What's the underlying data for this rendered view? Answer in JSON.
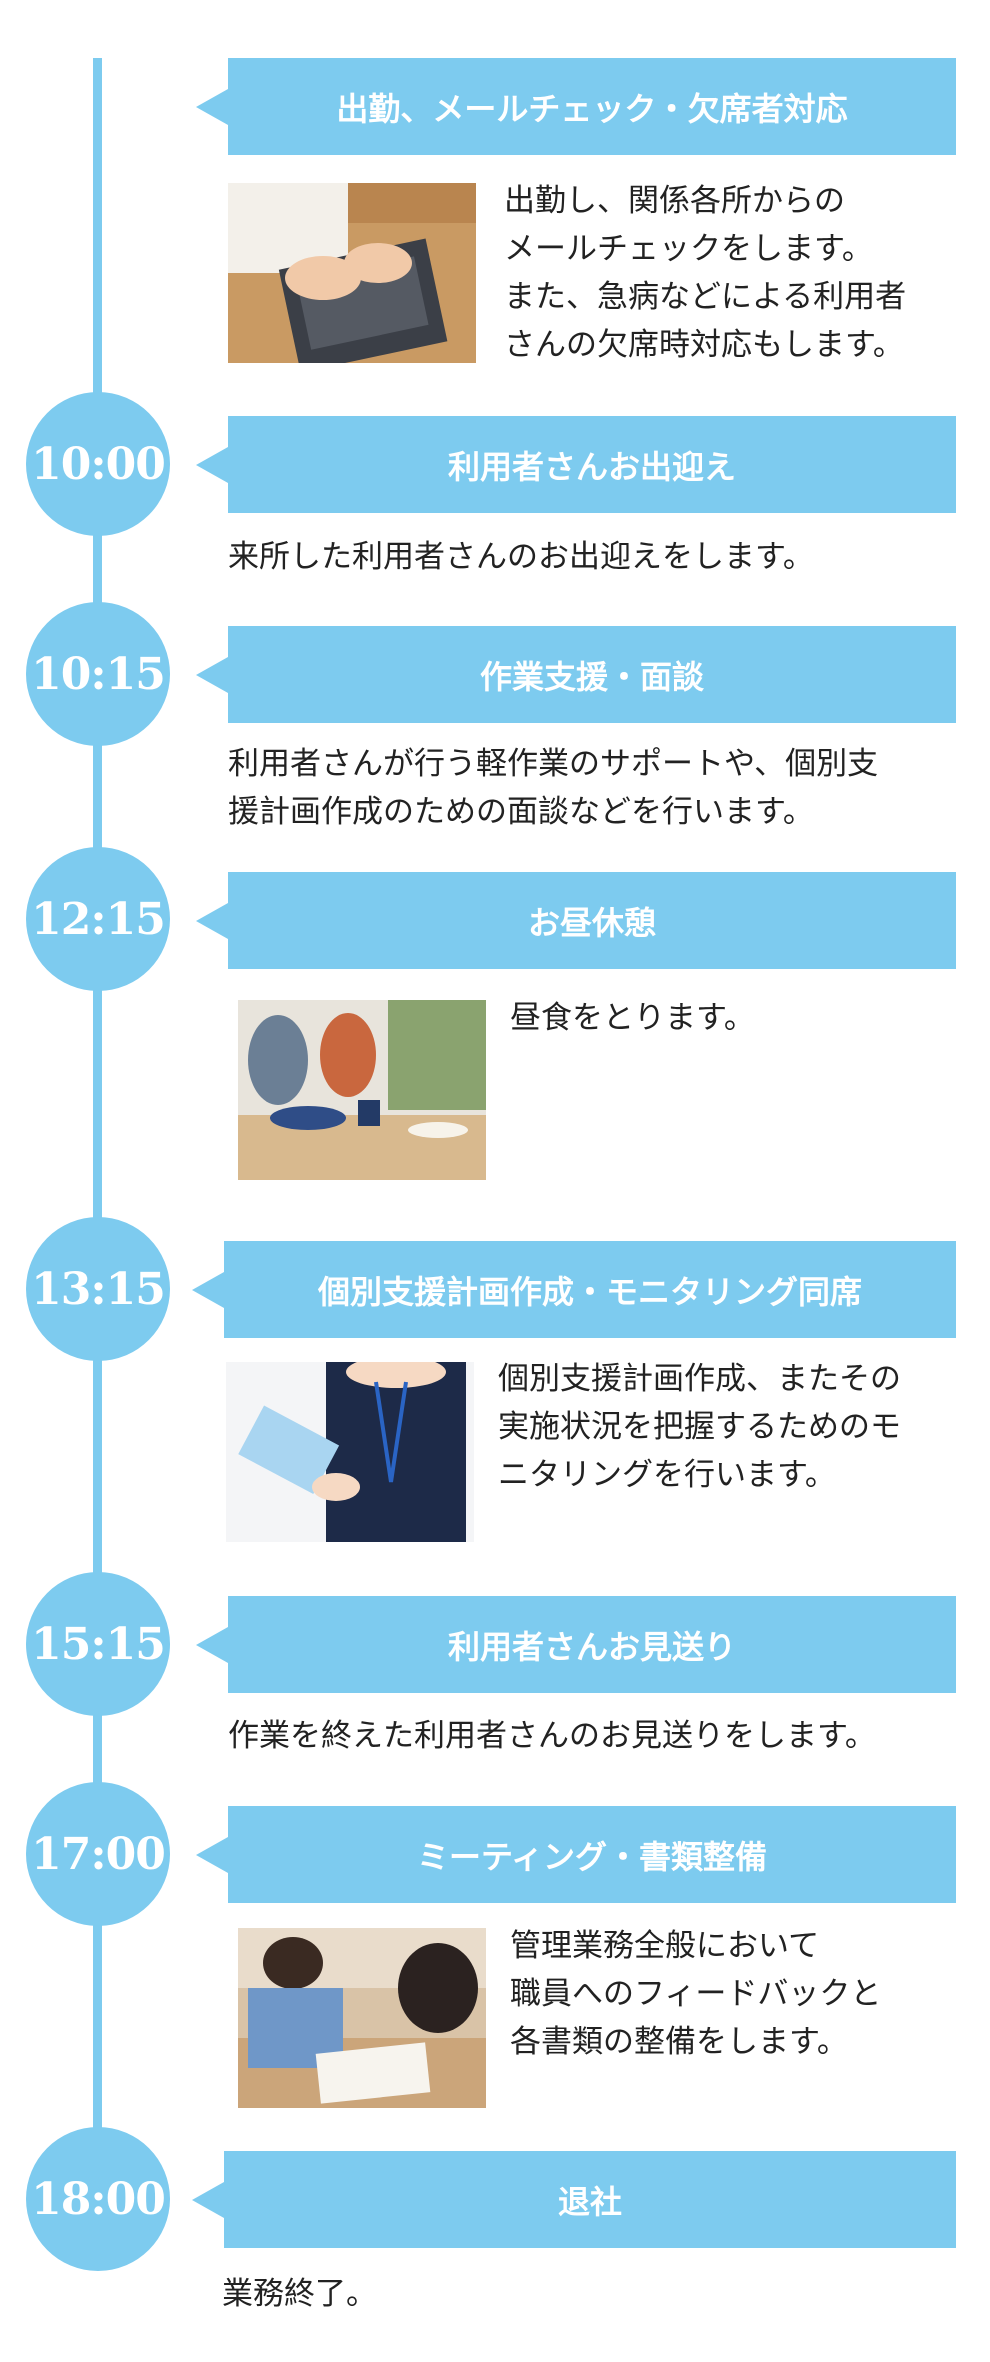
{
  "events": [
    {
      "time": "",
      "title": "出勤、メールチェック・欠席者対応",
      "lines": [
        "出勤し、関係各所からの",
        "メールチェックをします。",
        "また、急病などによる利用者",
        "さんの欠席時対応もします。"
      ],
      "image": "laptop-typing-photo"
    },
    {
      "time": "10:00",
      "title": "利用者さんお出迎え",
      "lines": [
        "来所した利用者さんのお出迎えをします。"
      ]
    },
    {
      "time": "10:15",
      "title": "作業支援・面談",
      "lines": [
        "利用者さんが行う軽作業のサポートや、個別支",
        "援計画作成のための面談などを行います。"
      ]
    },
    {
      "time": "12:15",
      "title": "お昼休憩",
      "lines": [
        "昼食をとります。"
      ],
      "image": "lunch-photo"
    },
    {
      "time": "13:15",
      "title": "個別支援計画作成・モニタリング同席",
      "lines": [
        "個別支援計画作成、またその",
        "実施状況を把握するためのモ",
        "ニタリングを行います。"
      ],
      "image": "tablet-staff-photo"
    },
    {
      "time": "15:15",
      "title": "利用者さんお見送り",
      "lines": [
        "作業を終えた利用者さんのお見送りをします。"
      ]
    },
    {
      "time": "17:00",
      "title": "ミーティング・書類整備",
      "lines": [
        "管理業務全般において",
        "職員へのフィードバックと",
        "各書類の整備をします。"
      ],
      "image": "meeting-photo"
    },
    {
      "time": "18:00",
      "title": "退社",
      "lines": [
        "業務終了。"
      ]
    }
  ],
  "colors": {
    "accent": "#7dcbef",
    "text": "#222222",
    "background": "#ffffff"
  }
}
